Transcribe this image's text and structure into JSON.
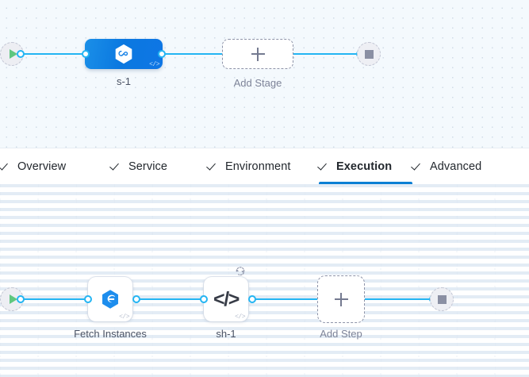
{
  "stage_canvas": {
    "name": "pipeline-stage-canvas",
    "start_node": {
      "icon": "play-icon",
      "title": "Start"
    },
    "end_node": {
      "icon": "stop-icon",
      "title": "End"
    },
    "nodes": [
      {
        "id": "stage-1",
        "label": "s-1",
        "icon": "harness-deploy-hexagon-icon",
        "corner_icon": "code-icon",
        "corner_text": "</>",
        "selected": true
      }
    ],
    "add_stage": {
      "label": "Add Stage",
      "icon": "plus-icon"
    }
  },
  "tabs": {
    "name": "stage-config-tabs",
    "items": [
      {
        "label": "Overview",
        "icon": "check-icon",
        "active": false
      },
      {
        "label": "Service",
        "icon": "check-icon",
        "active": false
      },
      {
        "label": "Environment",
        "icon": "check-icon",
        "active": false
      },
      {
        "label": "Execution",
        "icon": "check-icon",
        "active": true
      },
      {
        "label": "Advanced",
        "icon": "check-icon",
        "active": false
      }
    ]
  },
  "step_canvas": {
    "name": "execution-step-canvas",
    "start_node": {
      "icon": "play-icon",
      "title": "Start"
    },
    "end_node": {
      "icon": "stop-icon",
      "title": "End"
    },
    "nodes": [
      {
        "id": "step-fetch-instances",
        "label": "Fetch Instances",
        "icon": "fetch-instances-hexagon-icon",
        "corner_text": "</>",
        "loop_badge": false
      },
      {
        "id": "step-sh-1",
        "label": "sh-1",
        "icon": "shell-script-code-icon",
        "glyph": "</>",
        "corner_text": "</>",
        "loop_badge": true,
        "loop_icon": "looping-strategy-icon"
      }
    ],
    "add_step": {
      "label": "Add Step",
      "icon": "plus-icon"
    }
  },
  "colors": {
    "edge": "#24b5f3",
    "stage_node": "#0b78e0",
    "active_tab_underline": "#0b7fd4",
    "start_play": "#5fc77f",
    "stop_square": "#8a8fa3",
    "stage_canvas_bg": "#f4f9fd",
    "step_canvas_bg": "#ffffff"
  }
}
